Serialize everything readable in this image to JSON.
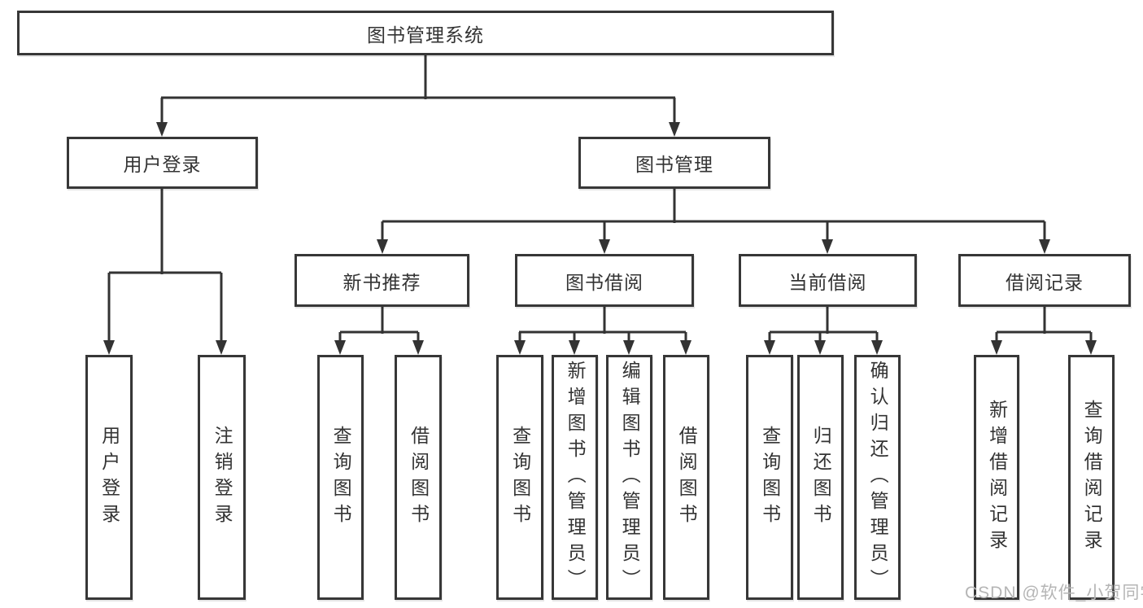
{
  "tree": {
    "root": {
      "label": "图书管理系统"
    },
    "children": [
      {
        "label": "用户登录",
        "children": [
          {
            "label": "用户登录"
          },
          {
            "label": "注销登录"
          }
        ]
      },
      {
        "label": "图书管理",
        "children": [
          {
            "label": "新书推荐",
            "children": [
              {
                "label": "查询图书"
              },
              {
                "label": "借阅图书"
              }
            ]
          },
          {
            "label": "图书借阅",
            "children": [
              {
                "label": "查询图书"
              },
              {
                "label": "新增图书（管理员）"
              },
              {
                "label": "编辑图书（管理员）"
              },
              {
                "label": "借阅图书"
              }
            ]
          },
          {
            "label": "当前借阅",
            "children": [
              {
                "label": "查询图书"
              },
              {
                "label": "归还图书"
              },
              {
                "label": "确认归还（管理员）"
              }
            ]
          },
          {
            "label": "借阅记录",
            "children": [
              {
                "label": "新增借阅记录"
              },
              {
                "label": "查询借阅记录"
              }
            ]
          }
        ]
      }
    ]
  },
  "watermark": {
    "text": "CSDN @软件_小贺同学",
    "color": "#b5b5b5"
  },
  "colors": {
    "line": "#333333",
    "box_border": "#373737",
    "text": "#333333",
    "background": "#ffffff"
  }
}
